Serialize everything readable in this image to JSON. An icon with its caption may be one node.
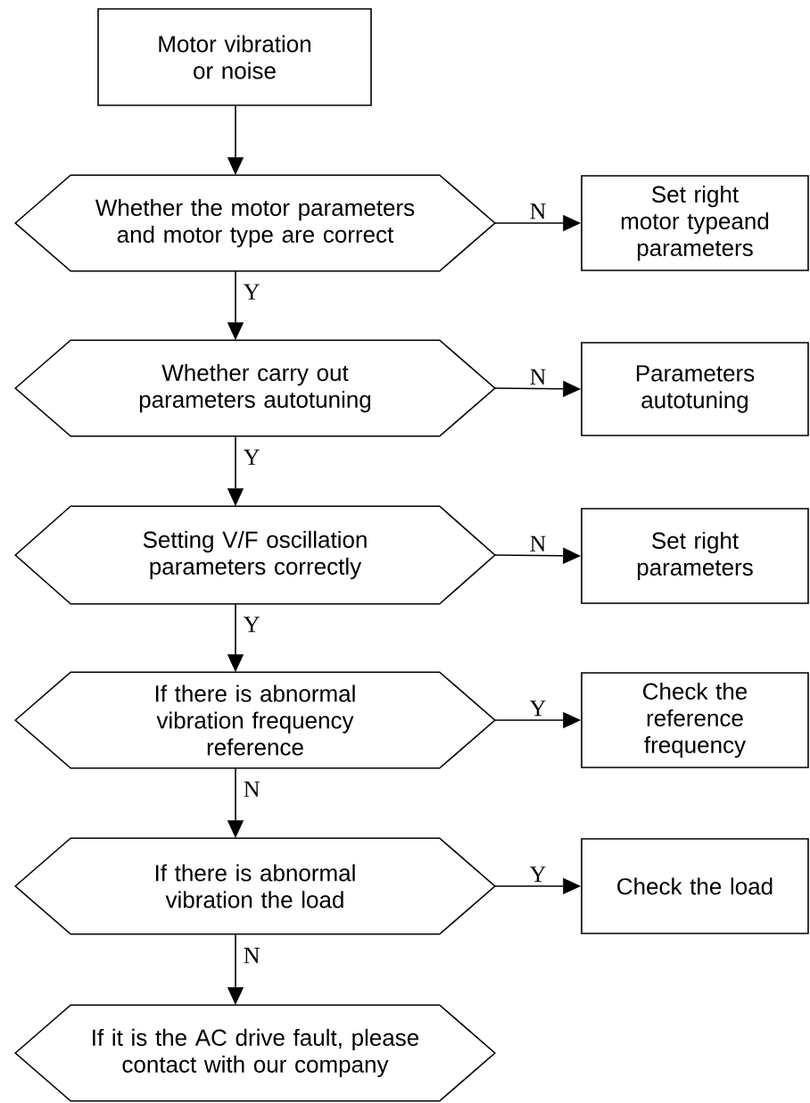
{
  "diagram": {
    "nodes": [
      {
        "text": [
          "Motor vibration or noise"
        ]
      },
      {
        "text": [
          "Whether the motor parameters and motor type are correct"
        ]
      },
      {
        "text": [
          "Set right motor typeand parameters"
        ]
      },
      {
        "text": [
          "Whether carry out parameters autotuning"
        ]
      },
      {
        "text": [
          "Parameters autotuning"
        ]
      },
      {
        "text": [
          "Setting V/F oscillation parameters correctly"
        ]
      },
      {
        "text": [
          "Set right parameters"
        ]
      },
      {
        "text": [
          "If there is abnormal vibration frequency reference"
        ]
      },
      {
        "text": [
          "Check the reference frequency"
        ]
      },
      {
        "text": [
          "If there is abnormal vibration the load"
        ]
      },
      {
        "text": [
          "Check the load"
        ]
      },
      {
        "text": [
          "If it is the AC drive fault, please contact with our company"
        ]
      }
    ],
    "edges": [
      {
        "from": 0,
        "to": 1,
        "arrow": "to"
      },
      {
        "from": 1,
        "to": 2,
        "arrow": "to",
        "label": "N"
      },
      {
        "from": 1,
        "to": 3,
        "arrow": "to",
        "label": "Y"
      },
      {
        "from": 3,
        "to": 4,
        "arrow": "to",
        "label": "N"
      },
      {
        "from": 3,
        "to": 5,
        "arrow": "to",
        "label": "Y"
      },
      {
        "from": 5,
        "to": 6,
        "arrow": "to",
        "label": "N"
      },
      {
        "from": 5,
        "to": 7,
        "arrow": "to",
        "label": "Y"
      },
      {
        "from": 7,
        "to": 8,
        "arrow": "to",
        "label": "Y"
      },
      {
        "from": 7,
        "to": 9,
        "arrow": "to",
        "label": "N"
      },
      {
        "from": 9,
        "to": 10,
        "arrow": "to",
        "label": "Y"
      },
      {
        "from": 9,
        "to": 11,
        "arrow": "to",
        "label": "N"
      }
    ]
  }
}
